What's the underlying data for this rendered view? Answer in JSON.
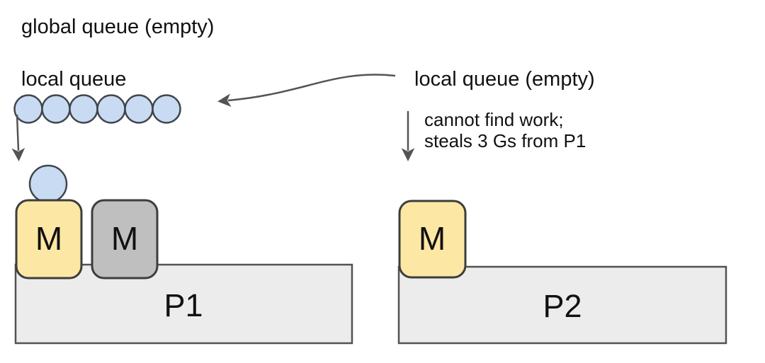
{
  "diagram": {
    "global_queue_label": "global queue (empty)",
    "p1_side": {
      "local_queue_label": "local queue",
      "goroutine_count": 6,
      "machine_running_label": "M",
      "machine_idle_label": "M",
      "processor_label": "P1"
    },
    "p2_side": {
      "local_queue_label": "local queue (empty)",
      "note_line1": "cannot find work;",
      "note_line2": "steals 3 Gs from P1",
      "machine_label": "M",
      "processor_label": "P2"
    }
  },
  "colors": {
    "goroutine_fill": "#c9dbf2",
    "goroutine_stroke": "#40464d",
    "machine_running_fill": "#fce8a4",
    "machine_idle_fill": "#bfbfbf",
    "machine_stroke": "#3d3d3d",
    "processor_fill": "#ececec",
    "processor_stroke": "#525252",
    "arrow": "#545454",
    "text": "#111111"
  }
}
